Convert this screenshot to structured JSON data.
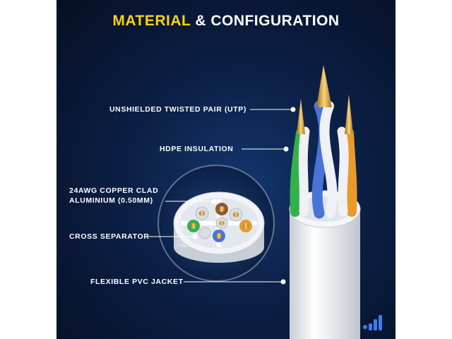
{
  "title": {
    "highlight": "MATERIAL",
    "rest": "& CONFIGURATION"
  },
  "labels": {
    "utp": "UNSHIELDED TWISTED PAIR (UTP)",
    "hdpe": "HDPE INSULATION",
    "copper_line1": "24AWG COPPER CLAD",
    "copper_line2": "ALUMINIUM (0.50MM)",
    "separator": "CROSS SEPARATOR",
    "jacket": "FLEXIBLE PVC JACKET"
  },
  "colors": {
    "title_highlight": "#f5d312",
    "background": "#0b1f45",
    "wire_blue": "#4a73d6",
    "wire_green": "#33b04a",
    "wire_orange": "#e89a2a",
    "wire_brown": "#8a5a32",
    "copper": "#d8a23a",
    "jacket": "#eef1f5"
  },
  "icons": {
    "logo": "brand-logo-icon"
  }
}
